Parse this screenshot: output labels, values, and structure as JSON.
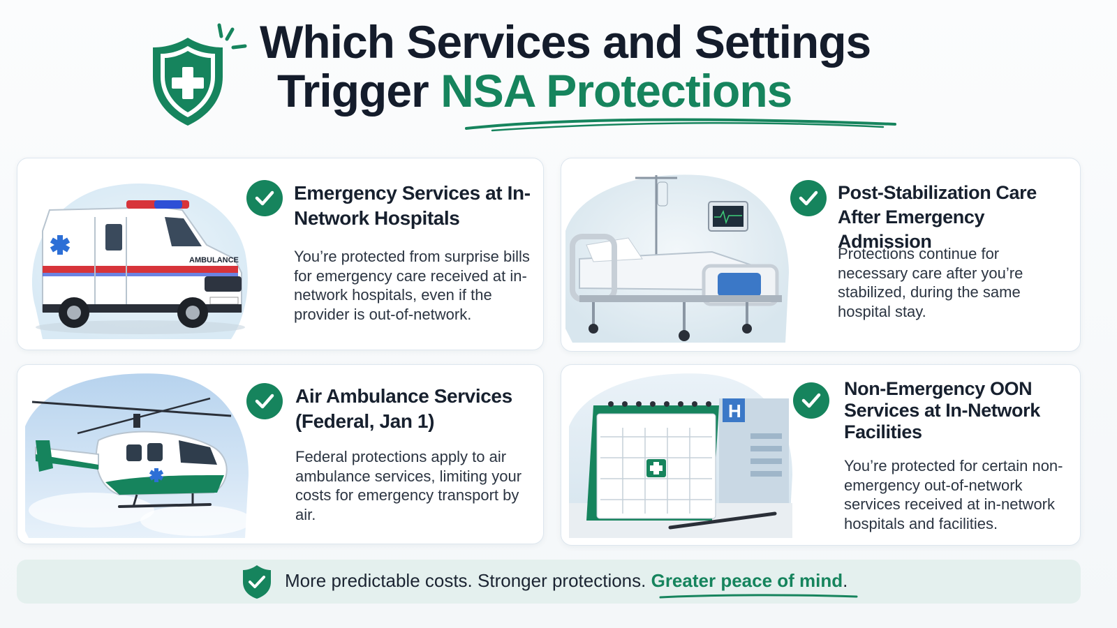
{
  "header": {
    "title_line1": "Which Services and Settings",
    "title_line2_plain": "Trigger ",
    "title_line2_accent": "NSA Protections"
  },
  "cards": [
    {
      "title": "Emergency Services at In-Network Hospitals",
      "body": "You’re protected from surprise bills for emergency care received at in-network hospitals, even if the provider is out-of-network.",
      "illustration": "ambulance",
      "illustration_label": "AMBULANCE"
    },
    {
      "title": "Post-Stabilization Care After Emergency Admission",
      "body": "Protections continue for necessary care after you’re stabilized, during the same hospital stay.",
      "illustration": "hospital-bed"
    },
    {
      "title": "Air Ambulance Services (Federal, Jan 1)",
      "body": "Federal protections apply to air ambulance services, limiting your costs for emergency transport by air.",
      "illustration": "helicopter"
    },
    {
      "title": "Non-Emergency OON Services at In-Network Facilities",
      "body": "You’re protected for certain non-emergency out-of-network services received at in-network hospitals and facilities.",
      "illustration": "calendar-and-hospital",
      "illustration_label": "H"
    }
  ],
  "footer": {
    "text_plain": "More predictable costs. Stronger protections. ",
    "text_accent": "Greater peace of mind",
    "text_end": "."
  },
  "colors": {
    "accent": "#16845d",
    "dark_text": "#141c2b",
    "footer_bg": "#e4f0ee",
    "card_border": "#dde6ee"
  },
  "icons": [
    "shield-plus-icon",
    "check-circle-icon",
    "shield-check-icon"
  ]
}
